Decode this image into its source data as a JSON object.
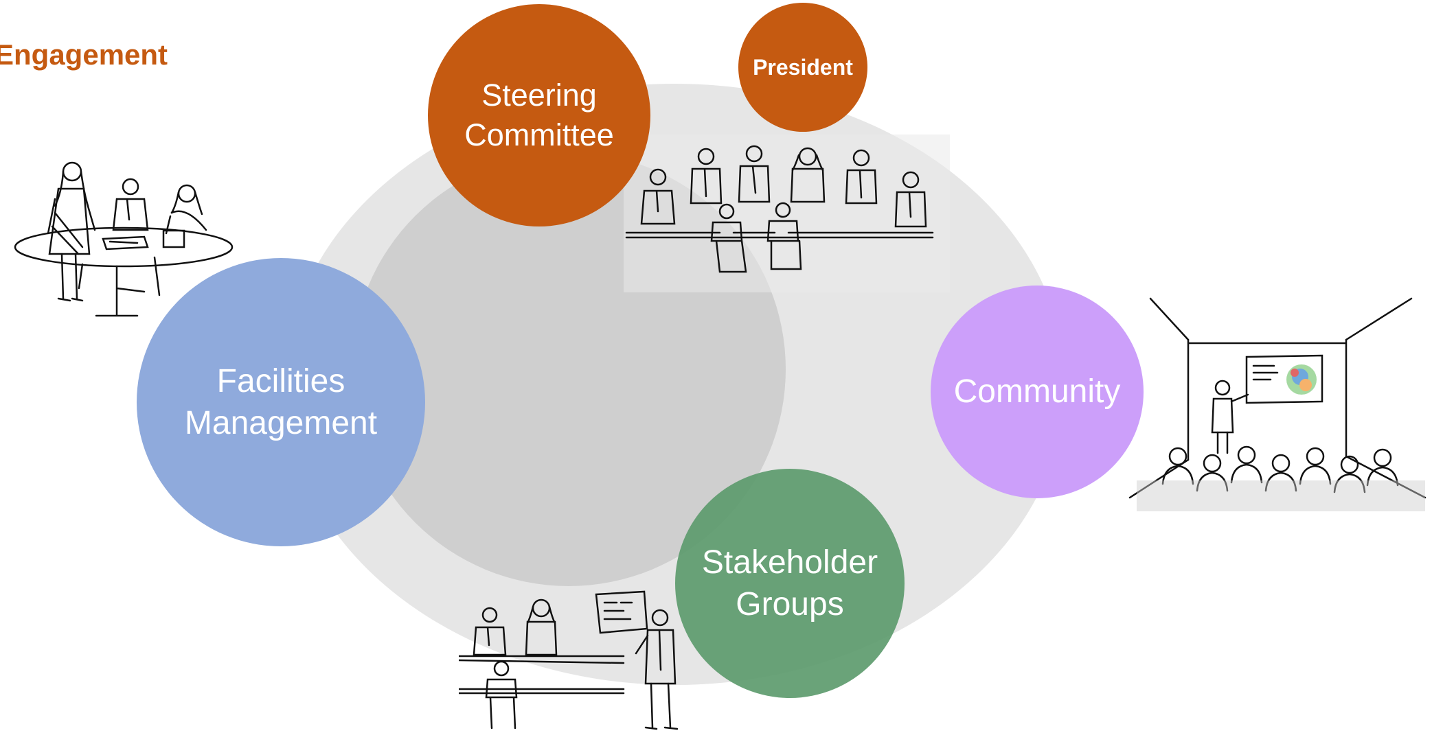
{
  "title": "Engagement",
  "circles": {
    "steering": "Steering\nCommittee",
    "president": "President",
    "facilities": "Facilities\nManagement",
    "community": "Community",
    "stakeholder": "Stakeholder\nGroups"
  },
  "colors": {
    "title": "#c55a11",
    "steering": "#c55a11",
    "president": "#c55a11",
    "facilities": "#8faadc",
    "community": "#cc9ffa",
    "stakeholder": "#5d9b6e",
    "outer_ring": "#e6e6e6",
    "inner_ring": "#cfcfcf"
  },
  "sketches": {
    "facilities_meeting": "sketch-people-around-oval-table",
    "steering_meeting": "sketch-people-at-long-table",
    "stakeholder_meeting": "sketch-people-at-table-with-presenter",
    "community_meeting": "sketch-presenter-with-audience"
  }
}
